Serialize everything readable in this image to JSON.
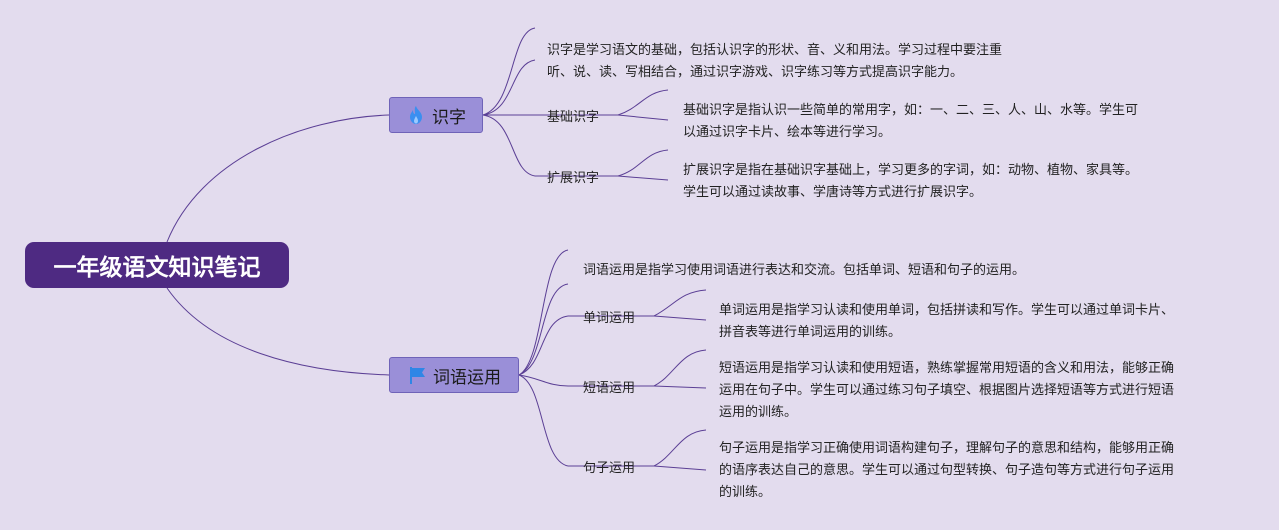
{
  "root": {
    "title": "一年级语文知识笔记"
  },
  "branches": [
    {
      "title": "识字",
      "icon": "flame-icon",
      "note": [
        "识字是学习语文的基础，包括认识字的形状、音、义和用法。学习过程中要注重",
        "听、说、读、写相结合，通过识字游戏、识字练习等方式提高识字能力。"
      ],
      "subs": [
        {
          "title": "基础识字",
          "note": [
            "基础识字是指认识一些简单的常用字，如：一、二、三、人、山、水等。学生可",
            "以通过识字卡片、绘本等进行学习。"
          ]
        },
        {
          "title": "扩展识字",
          "note": [
            "扩展识字是指在基础识字基础上，学习更多的字词，如：动物、植物、家具等。",
            "学生可以通过读故事、学唐诗等方式进行扩展识字。"
          ]
        }
      ]
    },
    {
      "title": "词语运用",
      "icon": "flag-icon",
      "note": [
        "词语运用是指学习使用词语进行表达和交流。包括单词、短语和句子的运用。"
      ],
      "subs": [
        {
          "title": "单词运用",
          "note": [
            "单词运用是指学习认读和使用单词，包括拼读和写作。学生可以通过单词卡片、",
            "拼音表等进行单词运用的训练。"
          ]
        },
        {
          "title": "短语运用",
          "note": [
            "短语运用是指学习认读和使用短语，熟练掌握常用短语的含义和用法，能够正确",
            "运用在句子中。学生可以通过练习句子填空、根据图片选择短语等方式进行短语",
            "运用的训练。"
          ]
        },
        {
          "title": "句子运用",
          "note": [
            "句子运用是指学习正确使用词语构建句子，理解句子的意思和结构，能够用正确",
            "的语序表达自己的意思。学生可以通过句型转换、句子造句等方式进行句子运用",
            "的训练。"
          ]
        }
      ]
    }
  ],
  "colors": {
    "background": "#e3dcee",
    "root": "#4e2a82",
    "branch": "#9a8fd8",
    "line": "#5b3f95",
    "flame": "#3b8ff0",
    "flag": "#2f86e6"
  }
}
